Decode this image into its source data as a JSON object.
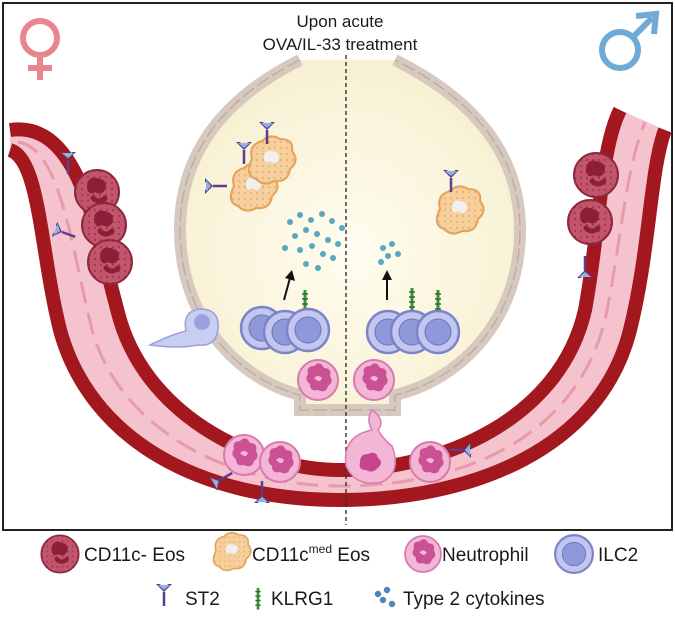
{
  "header": {
    "title_line1": "Upon acute",
    "title_line2": "OVA/IL-33 treatment"
  },
  "symbols": {
    "female": "female-symbol",
    "male": "male-symbol"
  },
  "legend": {
    "cd11c_neg_eos": "CD11c- Eos",
    "cd11c_med_prefix": "CD11c",
    "cd11c_med_sup": "med",
    "cd11c_med_suffix": " Eos",
    "neutrophil": "Neutrophil",
    "ilc2": "ILC2",
    "st2": "ST2",
    "klrg1": "KLRG1",
    "type2_cytokines": "Type 2 cytokines"
  },
  "colors": {
    "female_pink": "#e8858f",
    "male_blue": "#6fa9d6",
    "vessel_wall": "#a3171f",
    "vessel_lumen": "#f7cfd6",
    "alveolus_fill": "#fbf6e3",
    "eos_neg": "#b9475f",
    "eos_med": "#f4c58f",
    "neutrophil": "#f0a8cf",
    "ilc2": "#aab1e6",
    "st2": "#5b3f8a",
    "klrg1": "#3f8f3a",
    "cytokine": "#5aa7c4"
  }
}
